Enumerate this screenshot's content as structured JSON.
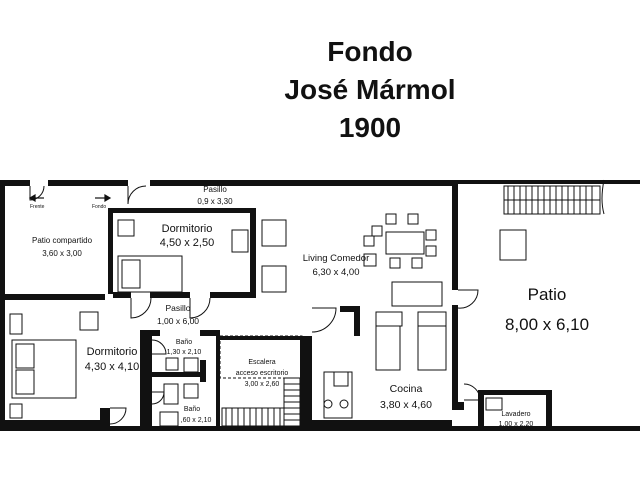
{
  "title": {
    "line1": "Fondo",
    "line2": "José Mármol",
    "line3": "1900"
  },
  "rooms": {
    "frente": "Frente",
    "fondo": "Fondo",
    "pasillo_top": {
      "name": "Pasillo",
      "size": "0,9 x 3,30"
    },
    "patio_compartido": {
      "name": "Patio compartido",
      "size": "3,60 x 3,00"
    },
    "dormitorio_top": {
      "name": "Dormitorio",
      "size": "4,50 x 2,50"
    },
    "living": {
      "name": "Living Comedor",
      "size": "6,30 x 4,00"
    },
    "patio": {
      "name": "Patio",
      "size": "8,00 x 6,10"
    },
    "pasillo_mid": {
      "name": "Pasillo",
      "size": "1,00 x 6,00"
    },
    "dormitorio_bottom": {
      "name": "Dormitorio",
      "size": "4,30 x 4,10"
    },
    "bano_top": {
      "name": "Baño",
      "size": "1,30 x 2,10"
    },
    "bano_bottom": {
      "name": "Baño",
      "size": ",60 x 2,10"
    },
    "escalera": {
      "name": "Escalera",
      "name2": "acceso escritorio",
      "size": "3,00 x 2,60"
    },
    "cocina": {
      "name": "Cocina",
      "size": "3,80 x 4,60"
    },
    "lavadero": {
      "name": "Lavadero",
      "size": "1,00 x 2,20"
    }
  }
}
